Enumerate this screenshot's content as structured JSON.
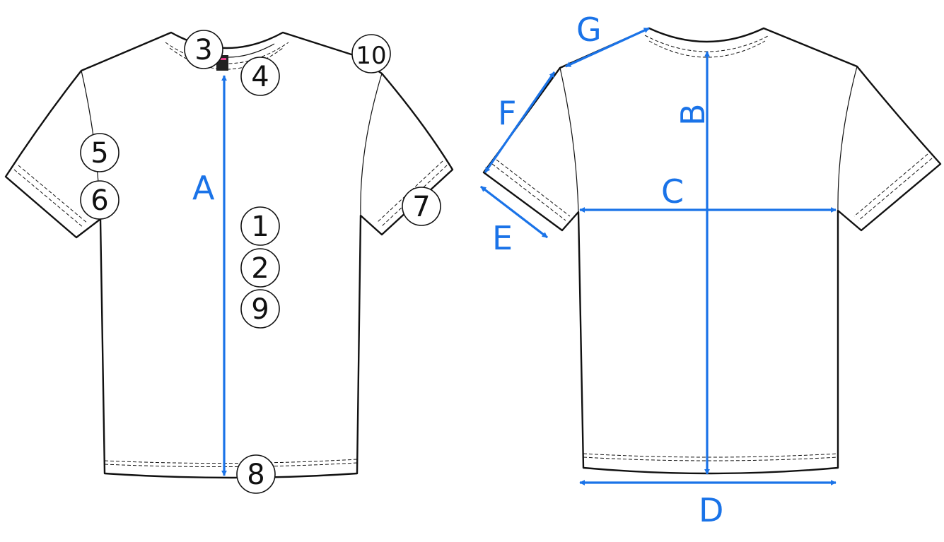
{
  "diagram": {
    "callouts": [
      {
        "id": "c3",
        "label": "3"
      },
      {
        "id": "c4",
        "label": "4"
      },
      {
        "id": "c10",
        "label": "10"
      },
      {
        "id": "c5",
        "label": "5"
      },
      {
        "id": "c6",
        "label": "6"
      },
      {
        "id": "c7",
        "label": "7"
      },
      {
        "id": "c1",
        "label": "1"
      },
      {
        "id": "c2",
        "label": "2"
      },
      {
        "id": "c9",
        "label": "9"
      },
      {
        "id": "c8",
        "label": "8"
      }
    ],
    "measurements": {
      "A": "A",
      "B": "B",
      "C": "C",
      "D": "D",
      "E": "E",
      "F": "F",
      "G": "G"
    },
    "colors": {
      "accent": "#1a73e8",
      "outline": "#111111",
      "background": "#ffffff"
    }
  }
}
